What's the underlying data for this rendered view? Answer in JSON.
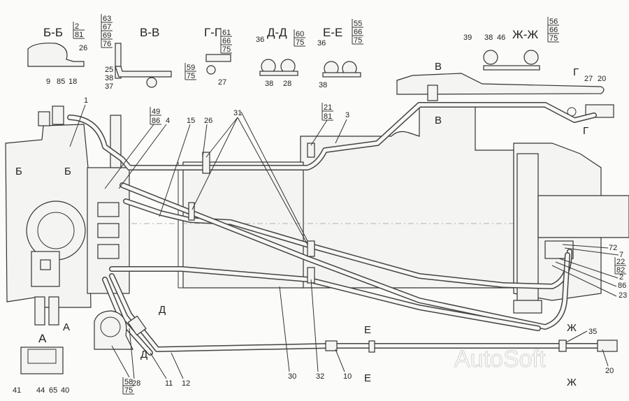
{
  "sections": {
    "bb": "Б-Б",
    "vv": "В-В",
    "gg": "Г-Г",
    "dd": "Д-Д",
    "ee": "Е-Е",
    "zhzh": "Ж-Ж",
    "a": "А"
  },
  "markers": {
    "b_left": "Б",
    "b_right": "Б",
    "v_top": "В",
    "v_bottom": "В",
    "g_top": "Г",
    "g_bottom": "Г",
    "d_top": "Д",
    "d_bottom": "Д",
    "e_top": "Е",
    "e_bottom": "Е",
    "zh_top": "Ж",
    "zh_bottom": "Ж",
    "a_arrow": "А"
  },
  "callouts": [
    "2",
    "81",
    "26",
    "9",
    "85",
    "18",
    "63",
    "67",
    "69",
    "76",
    "25",
    "38",
    "37",
    "59",
    "75",
    "61",
    "66",
    "75",
    "27",
    "36",
    "60",
    "75",
    "38",
    "28",
    "55",
    "66",
    "75",
    "36",
    "38",
    "39",
    "38",
    "46",
    "56",
    "66",
    "75",
    "27",
    "20",
    "1",
    "49",
    "86",
    "4",
    "15",
    "26",
    "31",
    "21",
    "81",
    "3",
    "72",
    "7",
    "22",
    "82",
    "2",
    "86",
    "23",
    "35",
    "20",
    "58",
    "75",
    "28",
    "11",
    "12",
    "30",
    "32",
    "10",
    "41",
    "44",
    "65",
    "40"
  ],
  "watermark": "AutoSoft"
}
